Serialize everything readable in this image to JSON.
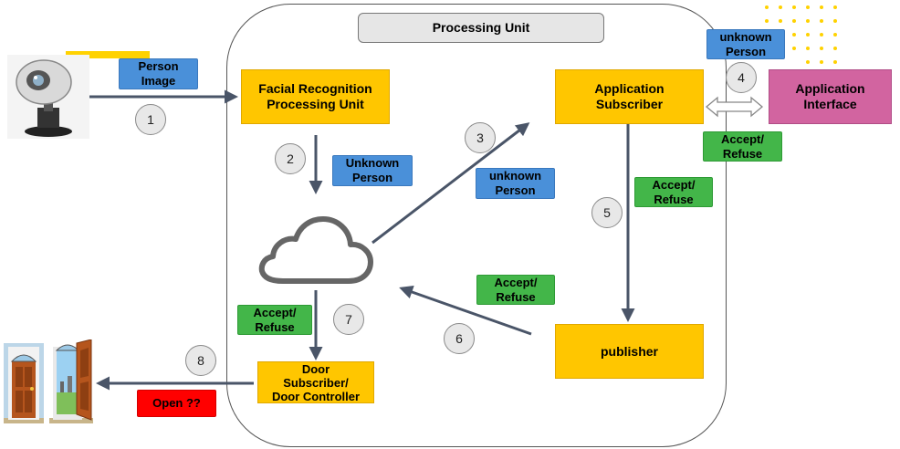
{
  "colors": {
    "yellow_box": "#ffc600",
    "blue_tag": "#4a90d9",
    "green_tag": "#43b649",
    "pink_box": "#d264a0",
    "red_tag": "#ff0000",
    "arrow": "#4a5568",
    "container_border": "#555555"
  },
  "container": {
    "title": "Processing Unit"
  },
  "nodes": {
    "facial_recognition": "Facial Recognition\nProcessing Unit",
    "application_subscriber": "Application\nSubscriber",
    "application_interface": "Application\nInterface",
    "publisher": "publisher",
    "door_controller": "Door\nSubscriber/\nDoor Controller"
  },
  "labels": {
    "person_image": "Person\nImage",
    "unknown_person_2": "Unknown\nPerson",
    "unknown_person_3": "unknown\nPerson",
    "unknown_person_4": "unknown\nPerson",
    "accept_refuse_4": "Accept/\nRefuse",
    "accept_refuse_5": "Accept/\nRefuse",
    "accept_refuse_6": "Accept/\nRefuse",
    "accept_refuse_7": "Accept/\nRefuse",
    "open": "Open ??"
  },
  "steps": [
    "1",
    "2",
    "3",
    "4",
    "5",
    "6",
    "7",
    "8"
  ],
  "icons": [
    "webcam-icon",
    "cloud-icon",
    "door-closed-icon",
    "door-open-icon"
  ]
}
